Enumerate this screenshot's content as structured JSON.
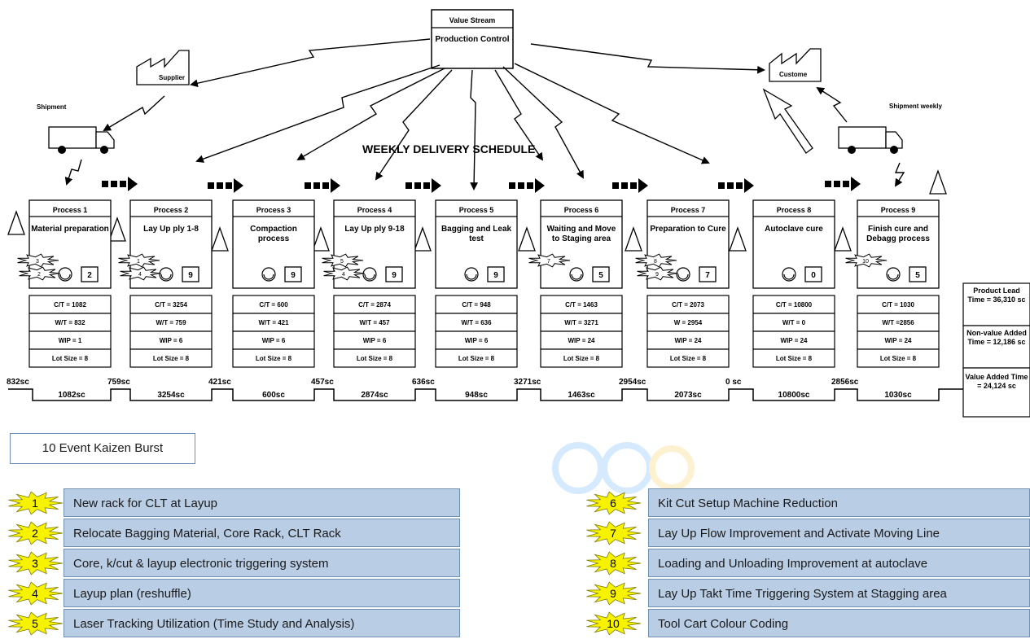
{
  "header": {
    "value_stream": "Value Stream",
    "production_control": "Production Control",
    "supplier": "Supplier",
    "customer": "Custome",
    "shipment_left": "Shipment",
    "shipment_right": "Shipment weekly",
    "schedule": "WEEKLY DELIVERY SCHEDULE"
  },
  "processes": [
    {
      "label": "Process 1",
      "name": "Material preparation",
      "operators": "2",
      "ct": "C/T = 1082",
      "wt": "W/T = 832",
      "wip": "WIP = 1",
      "lot": "Lot Size = 8",
      "wait": "832sc",
      "time": "1082sc",
      "bursts": [
        "3",
        "2"
      ]
    },
    {
      "label": "Process 2",
      "name": "Lay Up ply 1-8",
      "operators": "9",
      "ct": "C/T = 3254",
      "wt": "W/T = 759",
      "wip": "WIP = 6",
      "lot": "Lot Size = 8",
      "wait": "759sc",
      "time": "3254sc",
      "bursts": [
        "1",
        "4"
      ]
    },
    {
      "label": "Process 3",
      "name": "Compaction process",
      "operators": "9",
      "ct": "C/T = 600",
      "wt": "W/T = 421",
      "wip": "WIP = 6",
      "lot": "Lot Size = 8",
      "wait": "421sc",
      "time": "600sc",
      "bursts": []
    },
    {
      "label": "Process 4",
      "name": "Lay Up ply 9-18",
      "operators": "9",
      "ct": "C/T = 2874",
      "wt": "W/T = 457",
      "wip": "WIP = 6",
      "lot": "Lot Size = 8",
      "wait": "457sc",
      "time": "2874sc",
      "bursts": [
        "5",
        "4"
      ]
    },
    {
      "label": "Process 5",
      "name": "Bagging and Leak test",
      "operators": "9",
      "ct": "C/T = 948",
      "wt": "W/T = 636",
      "wip": "WIP = 6",
      "lot": "Lot Size = 8",
      "wait": "636sc",
      "time": "948sc",
      "bursts": []
    },
    {
      "label": "Process 6",
      "name": "Waiting and Move to Staging area",
      "operators": "5",
      "ct": "C/T = 1463",
      "wt": "W/T = 3271",
      "wip": "WIP = 24",
      "lot": "Lot Size = 8",
      "wait": "3271sc",
      "time": "1463sc",
      "bursts": [
        "7"
      ]
    },
    {
      "label": "Process 7",
      "name": "Preparation to Cure",
      "operators": "7",
      "ct": "C/T = 2073",
      "wt": "W = 2954",
      "wip": "WIP = 24",
      "lot": "Lot Size = 8",
      "wait": "2954sc",
      "time": "2073sc",
      "bursts": [
        "8",
        "9"
      ]
    },
    {
      "label": "Process 8",
      "name": "Autoclave cure",
      "operators": "0",
      "ct": "C/T = 10800",
      "wt": "W/T = 0",
      "wip": "WIP = 24",
      "lot": "Lot Size = 8",
      "wait": "0 sc",
      "time": "10800sc",
      "bursts": []
    },
    {
      "label": "Process 9",
      "name": "Finish cure and Debagg process",
      "operators": "5",
      "ct": "C/T = 1030",
      "wt": "W/T =2856",
      "wip": "WIP = 24",
      "lot": "Lot Size = 8",
      "wait": "2856sc",
      "time": "1030sc",
      "bursts": [
        "10"
      ]
    }
  ],
  "summary": {
    "lead_time": "Product Lead Time = 36,310 sc",
    "non_value": "Non-value Added Time = 12,186 sc",
    "value_added": "Value Added Time = 24,124 sc"
  },
  "kaizen": {
    "title": "10 Event Kaizen Burst",
    "items": [
      {
        "num": "1",
        "text": "New rack for CLT at Layup"
      },
      {
        "num": "2",
        "text": "Relocate Bagging Material, Core Rack, CLT Rack"
      },
      {
        "num": "3",
        "text": "Core, k/cut & layup electronic triggering system"
      },
      {
        "num": "4",
        "text": "Layup plan (reshuffle)"
      },
      {
        "num": "5",
        "text": "Laser Tracking Utilization (Time Study and Analysis)"
      },
      {
        "num": "6",
        "text": "Kit Cut Setup Machine Reduction"
      },
      {
        "num": "7",
        "text": "Lay Up Flow Improvement and Activate Moving Line"
      },
      {
        "num": "8",
        "text": "Loading and Unloading Improvement at autoclave"
      },
      {
        "num": "9",
        "text": "Lay Up Takt Time Triggering System at Stagging area"
      },
      {
        "num": "10",
        "text": "Tool Cart Colour Coding"
      }
    ]
  },
  "colors": {
    "kaizen_fill": "#b9cde5",
    "kaizen_border": "#6f8fb5",
    "burst": "#f7f200"
  }
}
